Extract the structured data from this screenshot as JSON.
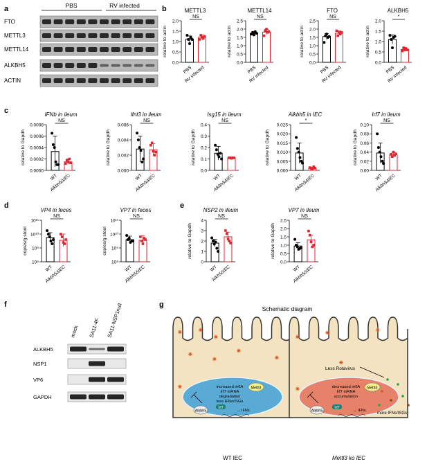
{
  "colors": {
    "control": "#000000",
    "treated": "#e0242f",
    "blot_bg": "#b9b9b9",
    "band": "#1a1a1a",
    "nucleus_wt": "#5aaad6",
    "nucleus_ko": "#e7826a",
    "cell": "#f3e3c0",
    "virus": "#d85a22"
  },
  "panels": {
    "a": "a",
    "b": "b",
    "c": "c",
    "d": "d",
    "e": "e",
    "f": "f",
    "g": "g"
  },
  "blot_a": {
    "groups": [
      "PBS",
      "RV infected"
    ],
    "rows": [
      "FTO",
      "METTL3",
      "METTL14",
      "ALKBH5",
      "ACTIN"
    ]
  },
  "common": {
    "rel_actin": "relative to actin",
    "rel_gapdh": "relative to Gapdh",
    "copies": "copies/g stool",
    "ns": "NS",
    "star": "*",
    "wt": "WT",
    "ko": "Alkbh5ΔIEC",
    "ko_alt": "Alkh5ΔIEC",
    "pbs": "PBS",
    "rv": "RV infected"
  },
  "chart_data": [
    {
      "id": "b1",
      "type": "bar",
      "title": "METTL3",
      "ylabel": "relative to actin",
      "categories": [
        "PBS",
        "RV infected"
      ],
      "values": [
        1.12,
        1.2
      ],
      "errors": [
        0.15,
        0.12
      ],
      "ylim": [
        0,
        2
      ],
      "ticks": [
        0,
        0.5,
        1.0,
        1.5,
        2.0
      ],
      "sig": "NS",
      "points": [
        [
          1.3,
          1.1,
          0.9,
          1.2,
          1.1
        ],
        [
          1.1,
          1.3,
          1.2,
          1.15,
          1.25
        ]
      ]
    },
    {
      "id": "b2",
      "type": "bar",
      "title": "METTL14",
      "ylabel": "relative to actin",
      "categories": [
        "PBS",
        "RV infected"
      ],
      "values": [
        1.75,
        1.82
      ],
      "errors": [
        0.1,
        0.16
      ],
      "ylim": [
        0,
        2.5
      ],
      "ticks": [
        0,
        0.5,
        1.0,
        1.5,
        2.0,
        2.5
      ],
      "sig": "NS",
      "points": [
        [
          1.7,
          1.8,
          1.65,
          1.85,
          1.75
        ],
        [
          1.6,
          1.9,
          2.0,
          1.8,
          1.85
        ]
      ]
    },
    {
      "id": "b3",
      "type": "bar",
      "title": "FTO",
      "ylabel": "relative to actin",
      "categories": [
        "PBS",
        "RV infected"
      ],
      "values": [
        1.55,
        1.75
      ],
      "errors": [
        0.18,
        0.14
      ],
      "ylim": [
        0,
        2.5
      ],
      "ticks": [
        0,
        0.5,
        1.0,
        1.5,
        2.0,
        2.5
      ],
      "sig": "NS",
      "points": [
        [
          1.2,
          1.6,
          1.7,
          1.5,
          1.55
        ],
        [
          1.9,
          1.6,
          1.8,
          1.7,
          1.8
        ]
      ]
    },
    {
      "id": "b4",
      "type": "bar",
      "title": "ALKBH5",
      "ylabel": "relative to actin",
      "categories": [
        "PBS",
        "RV infected"
      ],
      "values": [
        1.1,
        0.62
      ],
      "errors": [
        0.22,
        0.1
      ],
      "ylim": [
        0,
        2
      ],
      "ticks": [
        0,
        0.5,
        1.0,
        1.5,
        2.0
      ],
      "sig": "*",
      "points": [
        [
          1.3,
          1.1,
          0.7,
          1.2,
          1.25
        ],
        [
          0.55,
          0.7,
          0.6,
          0.65,
          0.6
        ]
      ]
    },
    {
      "id": "c1",
      "type": "bar",
      "title": "IFNb in ileum",
      "ylabel": "relative to Gapdh",
      "categories": [
        "WT",
        "Alkbh5ΔIEC"
      ],
      "values": [
        0.00033,
        0.00015
      ],
      "errors": [
        0.00027,
        4e-05
      ],
      "ylim": [
        0,
        0.0008
      ],
      "ticks": [
        0,
        0.0002,
        0.0004,
        0.0006,
        0.0008
      ],
      "ticklabels": [
        "0.0000",
        "0.0002",
        "0.0004",
        "0.0006",
        "0.0008"
      ],
      "sig": "NS",
      "points": [
        [
          0.00065,
          0.00045,
          0.0004,
          0.00015,
          0.0001,
          0.0001
        ],
        [
          0.00012,
          0.00018,
          0.00015,
          0.0002,
          0.00013
        ]
      ]
    },
    {
      "id": "c2",
      "type": "bar",
      "title": "Ifnl3 in ileum",
      "ylabel": "relative to Gapdh",
      "categories": [
        "WT",
        "Alkbh5ΔIEC"
      ],
      "values": [
        0.0028,
        0.0027
      ],
      "errors": [
        0.0017,
        0.0008
      ],
      "ylim": [
        0,
        0.006
      ],
      "ticks": [
        0,
        0.002,
        0.004,
        0.006
      ],
      "ticklabels": [
        "0.000",
        "0.002",
        "0.004",
        "0.006"
      ],
      "sig": "NS",
      "points": [
        [
          0.0049,
          0.004,
          0.003,
          0.0026,
          0.0011,
          0.0015
        ],
        [
          0.0033,
          0.0036,
          0.0025,
          0.002,
          0.0024
        ]
      ]
    },
    {
      "id": "c3",
      "type": "bar",
      "title": "Isg15 in ileum",
      "ylabel": "relative to Gapdh",
      "categories": [
        "WT",
        "Alkbh5ΔIEC"
      ],
      "values": [
        0.15,
        0.11
      ],
      "errors": [
        0.06,
        0.005
      ],
      "ylim": [
        0,
        0.4
      ],
      "ticks": [
        0,
        0.1,
        0.2,
        0.3,
        0.4
      ],
      "ticklabels": [
        "0.0",
        "0.1",
        "0.2",
        "0.3",
        "0.4"
      ],
      "sig": "NS",
      "points": [
        [
          0.22,
          0.18,
          0.14,
          0.12,
          0.15,
          0.1
        ],
        [
          0.11,
          0.11,
          0.105,
          0.11,
          0.11
        ]
      ]
    },
    {
      "id": "c4",
      "type": "bar",
      "title": "Alkbh5 in IEC",
      "ylabel": "relative to Gapdh",
      "categories": [
        "WT",
        "Alkbh5ΔIEC"
      ],
      "values": [
        0.0095,
        0.0012
      ],
      "errors": [
        0.0055,
        0.0006
      ],
      "ylim": [
        0,
        0.025
      ],
      "ticks": [
        0,
        0.005,
        0.01,
        0.015,
        0.02,
        0.025
      ],
      "ticklabels": [
        "0.000",
        "0.005",
        "0.010",
        "0.015",
        "0.020",
        "0.025"
      ],
      "sig": "*",
      "points": [
        [
          0.018,
          0.012,
          0.01,
          0.007,
          0.005,
          0.004
        ],
        [
          0.0015,
          0.001,
          0.0008,
          0.002,
          0.0012
        ]
      ]
    },
    {
      "id": "c5",
      "type": "bar",
      "title": "Irf7 in ileum",
      "ylabel": "relative to Gapdh",
      "categories": [
        "WT",
        "Alkbh5ΔIEC"
      ],
      "values": [
        0.038,
        0.034
      ],
      "errors": [
        0.022,
        0.005
      ],
      "ylim": [
        0,
        0.1
      ],
      "ticks": [
        0,
        0.02,
        0.04,
        0.06,
        0.08,
        0.1
      ],
      "ticklabels": [
        "0.00",
        "0.02",
        "0.04",
        "0.06",
        "0.08",
        "0.10"
      ],
      "sig": "NS",
      "points": [
        [
          0.08,
          0.05,
          0.04,
          0.03,
          0.02,
          0.015
        ],
        [
          0.035,
          0.03,
          0.04,
          0.033,
          0.036
        ]
      ]
    },
    {
      "id": "d1",
      "type": "bar",
      "title": "VP4 in feces",
      "ylabel": "copies/g stool",
      "categories": [
        "WT",
        "Alkbh5ΔIEC"
      ],
      "log": true,
      "values": [
        9.75,
        9.55
      ],
      "errors": [
        0.35,
        0.45
      ],
      "ylim": [
        8,
        11
      ],
      "ticks": [
        8,
        9,
        10,
        11
      ],
      "ticklabels": [
        "10⁸",
        "10⁹",
        "10¹⁰",
        "10¹¹"
      ],
      "sig": "NS",
      "points": [
        [
          10.25,
          10.0,
          9.8,
          9.5,
          9.3,
          9.6
        ],
        [
          10.0,
          9.8,
          9.4,
          9.3,
          9.6
        ]
      ]
    },
    {
      "id": "d2",
      "type": "bar",
      "title": "VP7 in feces",
      "ylabel": "copies/g stool",
      "categories": [
        "WT",
        "Alkbh5ΔIEC"
      ],
      "log": true,
      "values": [
        9.6,
        9.55
      ],
      "errors": [
        0.25,
        0.35
      ],
      "ylim": [
        8,
        11
      ],
      "ticks": [
        8,
        9,
        10,
        11
      ],
      "ticklabels": [
        "10⁸",
        "10⁹",
        "10¹⁰",
        "10¹¹"
      ],
      "sig": "NS",
      "points": [
        [
          9.9,
          9.6,
          9.7,
          9.4,
          9.5,
          9.5
        ],
        [
          9.8,
          9.5,
          9.3,
          9.7,
          9.6
        ]
      ]
    },
    {
      "id": "e1",
      "type": "bar",
      "title": "NSP2 in ileum",
      "ylabel": "relative to Gapdh",
      "categories": [
        "WT",
        "Alkh5ΔIEC"
      ],
      "values": [
        1.8,
        2.4
      ],
      "errors": [
        0.35,
        0.45
      ],
      "ylim": [
        0,
        4
      ],
      "ticks": [
        0,
        1,
        2,
        3,
        4
      ],
      "ticklabels": [
        "0",
        "1",
        "2",
        "3",
        "4"
      ],
      "sig": "NS",
      "points": [
        [
          2.3,
          2.0,
          1.7,
          1.9,
          1.3,
          1.0
        ],
        [
          3.0,
          2.7,
          2.2,
          2.0,
          1.8
        ]
      ]
    },
    {
      "id": "e2",
      "type": "bar",
      "title": "VP7 in ileum",
      "ylabel": "relative to Gapdh",
      "categories": [
        "WT",
        "Alkbh5ΔIEC"
      ],
      "values": [
        0.95,
        1.32
      ],
      "errors": [
        0.2,
        0.28
      ],
      "ylim": [
        0,
        2.5
      ],
      "ticks": [
        0,
        0.5,
        1.0,
        1.5,
        2.0,
        2.5
      ],
      "sig": "NS",
      "points": [
        [
          1.35,
          1.0,
          0.9,
          0.75,
          0.8,
          0.85
        ],
        [
          1.85,
          1.6,
          1.2,
          0.9,
          1.0
        ]
      ]
    }
  ],
  "blot_f": {
    "lanes": [
      "mock",
      "SA11-4F",
      "SA11-NSP1null"
    ],
    "rows": [
      "ALKBH5",
      "NSP1",
      "VP6",
      "GAPDH"
    ]
  },
  "diagram_g": {
    "title": "Schematic diagram",
    "wt": {
      "caption": "WT IEC",
      "lines": [
        "increased m6A",
        "Irf7 mRNA",
        "degradation",
        "less IFNs/ISGs"
      ],
      "alkbh5": "Alkbh5",
      "mettl3": "Mettl3",
      "irf7": "Irf7",
      "ifns": "IFNs"
    },
    "ko": {
      "caption": "Mettl3 ko IEC",
      "lines": [
        "decreased m6A",
        "Irf7 mRNA",
        "accumulation"
      ],
      "less_rota": "Less Rotavirus",
      "more": "more IFNs/ISGs",
      "alkbh5": "Alkbh5",
      "mettl3": "Mettl3",
      "irf7": "Irf7",
      "ifns": "IFNs"
    }
  }
}
